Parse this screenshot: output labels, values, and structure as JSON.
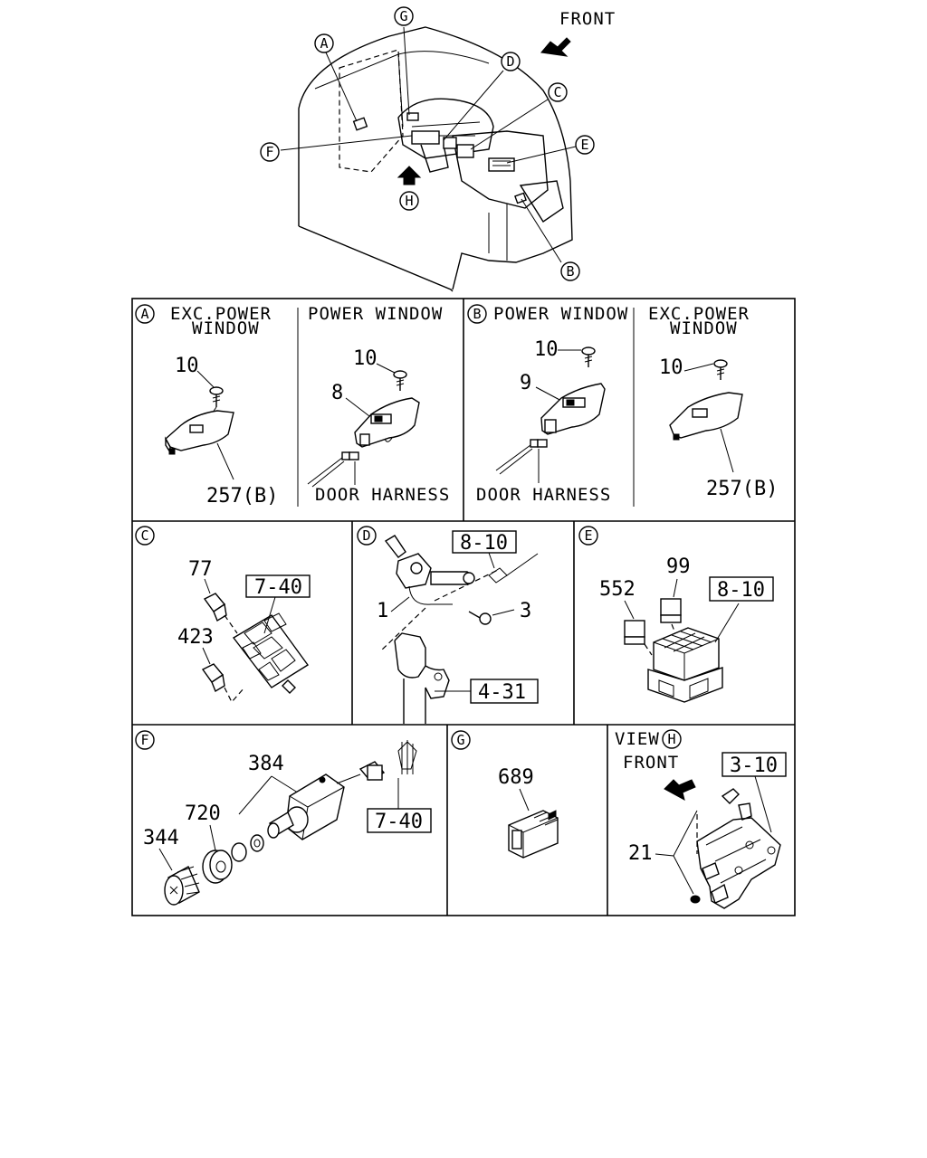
{
  "callouts": {
    "A": "A",
    "B": "B",
    "C": "C",
    "D": "D",
    "E": "E",
    "F": "F",
    "G": "G",
    "H": "H"
  },
  "overview": {
    "front_label": "FRONT"
  },
  "panel_a": {
    "letter": "A",
    "left_title_line1": "EXC.POWER",
    "left_title_line2": "WINDOW",
    "right_title": "POWER WINDOW",
    "parts": {
      "screw_left": "10",
      "screw_right": "10",
      "switch": "8",
      "bezel": "257(B)"
    },
    "harness": "DOOR HARNESS"
  },
  "panel_b": {
    "letter": "B",
    "left_title": "POWER WINDOW",
    "right_title_line1": "EXC.POWER",
    "right_title_line2": "WINDOW",
    "parts": {
      "screw_left": "10",
      "screw_right": "10",
      "switch": "9",
      "bezel": "257(B)"
    },
    "harness": "DOOR HARNESS"
  },
  "panel_c": {
    "letter": "C",
    "parts": {
      "top": "77",
      "bottom": "423"
    },
    "ref": "7-40"
  },
  "panel_d": {
    "letter": "D",
    "parts": {
      "switch": "1",
      "screw": "3"
    },
    "ref_top": "8-10",
    "ref_bottom": "4-31"
  },
  "panel_e": {
    "letter": "E",
    "parts": {
      "relay_left": "552",
      "relay_right": "99"
    },
    "ref": "8-10"
  },
  "panel_f": {
    "letter": "F",
    "parts": {
      "switch": "384",
      "washer": "720",
      "knob": "344"
    },
    "ref": "7-40"
  },
  "panel_g": {
    "letter": "G",
    "parts": {
      "switch": "689"
    }
  },
  "panel_h": {
    "view_label": "VIEW",
    "letter": "H",
    "front_label": "FRONT",
    "parts": {
      "bracket": "21"
    },
    "ref": "3-10"
  }
}
